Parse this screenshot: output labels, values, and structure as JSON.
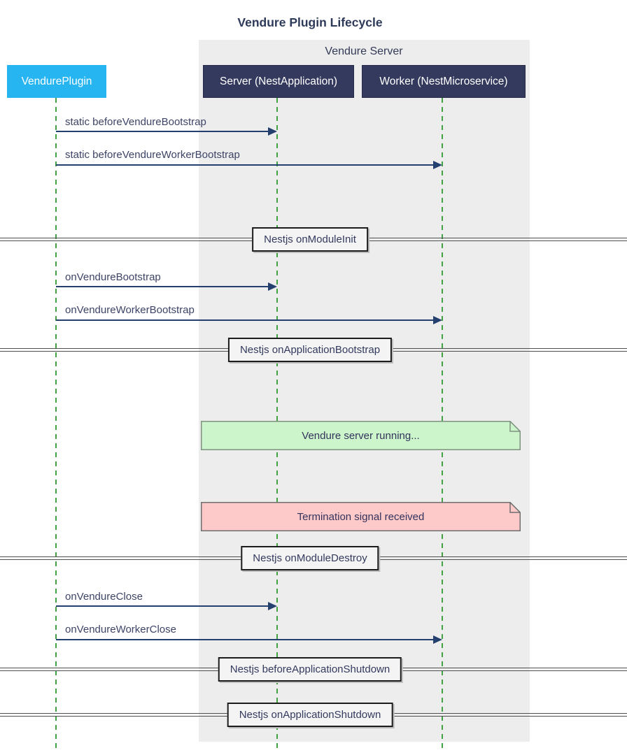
{
  "title": "Vendure Plugin Lifecycle",
  "group": {
    "label": "Vendure Server"
  },
  "actors": [
    {
      "id": "vendure-plugin",
      "label": "VendurePlugin",
      "color": "#26b5f0"
    },
    {
      "id": "server",
      "label": "Server (NestApplication)",
      "color": "#343a5e"
    },
    {
      "id": "worker",
      "label": "Worker (NestMicroservice)",
      "color": "#343a5e"
    }
  ],
  "messages": [
    {
      "from": "VendurePlugin",
      "to": "Server (NestApplication)",
      "label": "static beforeVendureBootstrap"
    },
    {
      "from": "VendurePlugin",
      "to": "Worker (NestMicroservice)",
      "label": "static beforeVendureWorkerBootstrap"
    },
    {
      "from": "VendurePlugin",
      "to": "Server (NestApplication)",
      "label": "onVendureBootstrap"
    },
    {
      "from": "VendurePlugin",
      "to": "Worker (NestMicroservice)",
      "label": "onVendureWorkerBootstrap"
    },
    {
      "from": "VendurePlugin",
      "to": "Server (NestApplication)",
      "label": "onVendureClose"
    },
    {
      "from": "VendurePlugin",
      "to": "Worker (NestMicroservice)",
      "label": "onVendureWorkerClose"
    }
  ],
  "dividers": [
    {
      "label": "Nestjs onModuleInit"
    },
    {
      "label": "Nestjs onApplicationBootstrap"
    },
    {
      "label": "Nestjs onModuleDestroy"
    },
    {
      "label": "Nestjs beforeApplicationShutdown"
    },
    {
      "label": "Nestjs onApplicationShutdown"
    }
  ],
  "notes": [
    {
      "label": "Vendure server running...",
      "color": "#ccf5cc"
    },
    {
      "label": "Termination signal received",
      "color": "#fdc9c9"
    }
  ],
  "colors": {
    "lifeline": "#42a142",
    "arrow": "#23406e",
    "group_bg": "#ededed",
    "text": "#3d4466",
    "divider_box_bg": "#f4f4f4"
  }
}
